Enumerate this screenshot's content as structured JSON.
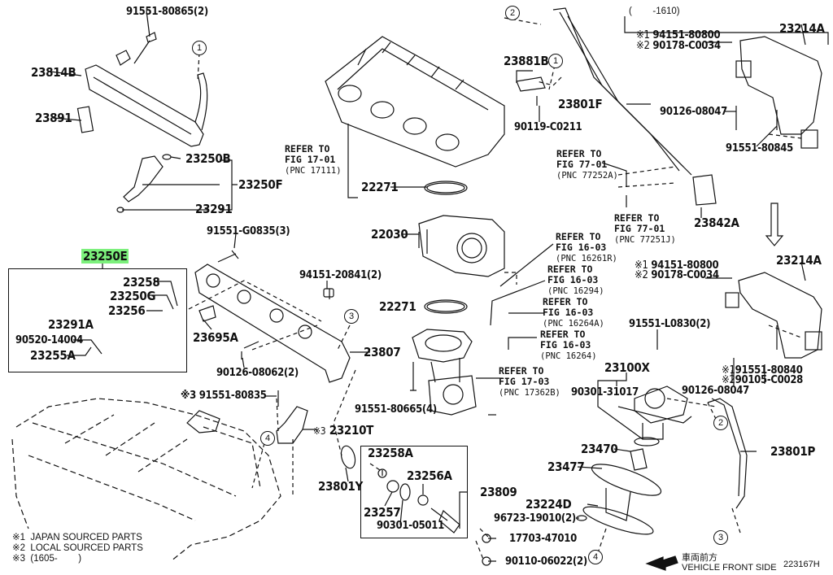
{
  "diagram": {
    "figure_id": "223167H",
    "highlight_color": "#7cf07c",
    "vehicle_front": {
      "jp": "車両前方",
      "en": "VEHICLE FRONT SIDE"
    },
    "footnotes": [
      "※1  JAPAN SOURCED PARTS",
      "※2  LOCAL SOURCED PARTS",
      "※3  (1605-        )"
    ],
    "date_range_top": "(        -1610)",
    "parts": {
      "p91551_80865": "91551-80865(2)",
      "p23814B": "23814B",
      "p23891": "23891",
      "p23250B": "23250B",
      "p23250F": "23250F",
      "p23291": "23291",
      "p23250E": "23250E",
      "p23258": "23258",
      "p23250G": "23250G",
      "p23256": "23256",
      "p23291A": "23291A",
      "p90520_14004": "90520-14004",
      "p23255A": "23255A",
      "p91551_G0835": "91551-G0835(3)",
      "p23695A": "23695A",
      "p94151_20841": "94151-20841(2)",
      "p23807": "23807",
      "p90126_08062": "90126-08062(2)",
      "p91551_80835": "91551-80835",
      "p23210T": "23210T",
      "p23801Y": "23801Y",
      "p22271a": "22271",
      "p22030": "22030",
      "p22271b": "22271",
      "p91551_80665": "91551-80665(4)",
      "p23258A": "23258A",
      "p23256A": "23256A",
      "p23257": "23257",
      "p90301_05011": "90301-05011",
      "p23809": "23809",
      "p17703_47010": "17703-47010",
      "p90110_06022": "90110-06022(2)",
      "p23881B": "23881B",
      "p90119_C0211": "90119-C0211",
      "p23801F": "23801F",
      "p23842A": "23842A",
      "p23214A_top": "23214A",
      "p94151_80800_top": "94151-80800",
      "p90178_C0034_top": "90178-C0034",
      "p90126_08047_top": "90126-08047",
      "p91551_80845": "91551-80845",
      "p23214A_bot": "23214A",
      "p94151_80800_bot": "94151-80800",
      "p90178_C0034_bot": "90178-C0034",
      "p91551_L0830": "91551-L0830(2)",
      "p91551_80840": "91551-80840",
      "p90105_C0028": "90105-C0028",
      "p90126_08047_bot": "90126-08047",
      "p23100X": "23100X",
      "p90301_31017": "90301-31017",
      "p23470": "23470",
      "p23477": "23477",
      "p23224D": "23224D",
      "p96723_19010": "96723-19010(2)",
      "p23801P": "23801P"
    },
    "marks": {
      "m1": "※1",
      "m2": "※2",
      "m3": "※3"
    },
    "references": [
      {
        "line1": "REFER TO",
        "line2": "FIG 17-01",
        "pnc": "(PNC 17111)"
      },
      {
        "line1": "REFER TO",
        "line2": "FIG 77-01",
        "pnc": "(PNC 77252A)"
      },
      {
        "line1": "REFER TO",
        "line2": "FIG 77-01",
        "pnc": "(PNC 77251J)"
      },
      {
        "line1": "REFER TO",
        "line2": "FIG 16-03",
        "pnc": "(PNC 16261R)"
      },
      {
        "line1": "REFER TO",
        "line2": "FIG 16-03",
        "pnc": "(PNC 16294)"
      },
      {
        "line1": "REFER TO",
        "line2": "FIG 16-03",
        "pnc": "(PNC 16264A)"
      },
      {
        "line1": "REFER TO",
        "line2": "FIG 16-03",
        "pnc": "(PNC 16264)"
      },
      {
        "line1": "REFER TO",
        "line2": "FIG 17-03",
        "pnc": "(PNC 17362B)"
      }
    ],
    "connectors": [
      "1",
      "2",
      "3",
      "4"
    ]
  }
}
